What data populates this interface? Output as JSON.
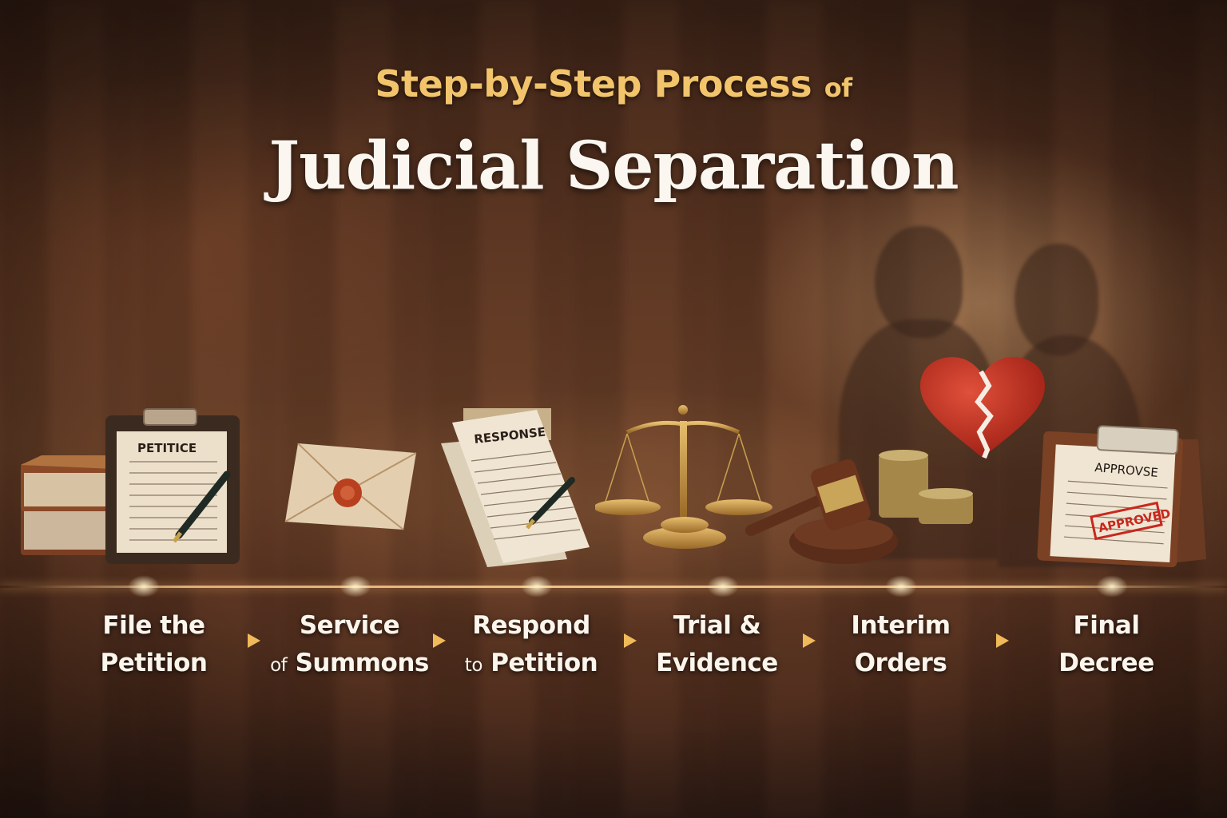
{
  "header": {
    "title_line1": "Step-by-Step Process",
    "title_line1_suffix": "of",
    "title_line2": "Judicial Separation"
  },
  "illustrations": {
    "petition_doc_label": "PETITICE",
    "response_doc_label": "RESPONSE",
    "decree_doc_label": "APPROVSE",
    "decree_stamp": "APPROVED",
    "icons": [
      "books-icon",
      "clipboard-icon",
      "pen-icon",
      "sealed-envelope-icon",
      "response-document-icon",
      "scales-of-justice-icon",
      "gavel-icon",
      "coin-stack-icon",
      "broken-heart-icon",
      "couple-silhouette-icon",
      "approved-clipboard-icon"
    ]
  },
  "steps": [
    {
      "line1": "File the",
      "line2_prefix": "",
      "line2": "Petition"
    },
    {
      "line1": "Service",
      "line2_prefix": "of",
      "line2": "Summons"
    },
    {
      "line1": "Respond",
      "line2_prefix": "to",
      "line2": "Petition"
    },
    {
      "line1": "Trial &",
      "line2_prefix": "",
      "line2": "Evidence"
    },
    {
      "line1": "Interim",
      "line2_prefix": "",
      "line2": "Orders"
    },
    {
      "line1": "Final",
      "line2_prefix": "",
      "line2": "Decree"
    }
  ],
  "colors": {
    "accent_gold": "#f2c46b",
    "arrow_gold": "#f0b95a",
    "title_white": "#fbf7f0",
    "heart_red": "#c8321f",
    "stamp_red": "#c8281e"
  }
}
